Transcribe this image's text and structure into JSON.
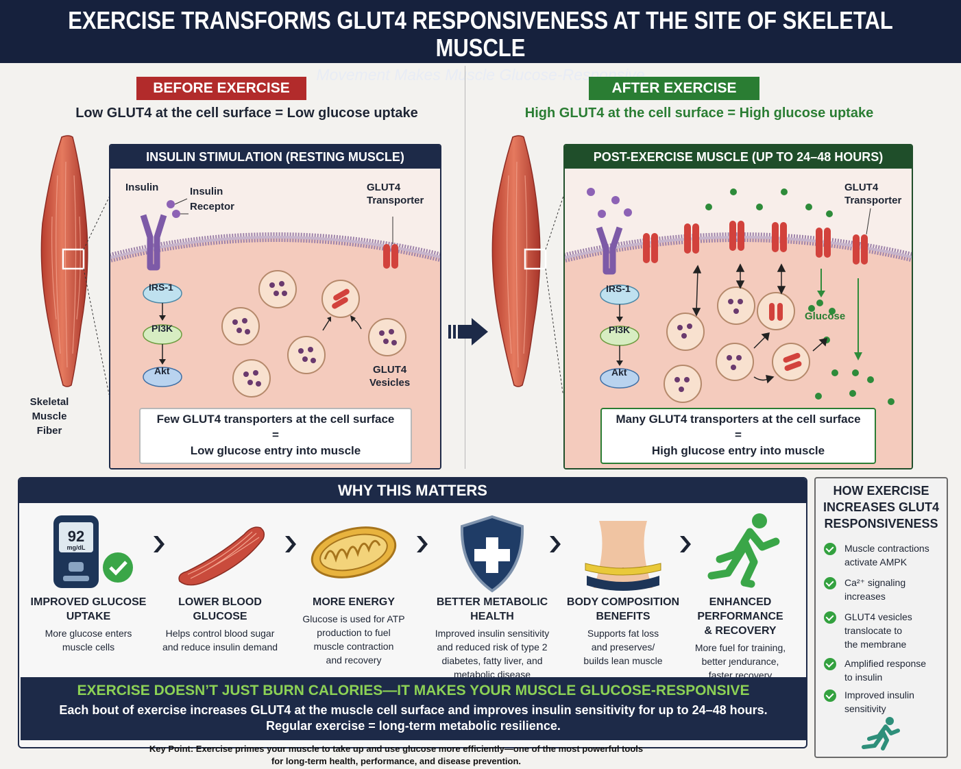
{
  "header": {
    "title": "EXERCISE TRANSFORMS GLUT4 RESPONSIVENESS AT THE SITE OF SKELETAL MUSCLE",
    "subtitle": "Movement Makes Muscle Glucose-Responsive"
  },
  "before": {
    "tag": "BEFORE EXERCISE",
    "subtitle": "Low GLUT4 at the cell surface = Low glucose uptake",
    "panel_title": "INSULIN STIMULATION (RESTING MUSCLE)",
    "labels": {
      "insulin": "Insulin",
      "receptor_1": "Insulin",
      "receptor_2": "Receptor",
      "glut4_1": "GLUT4",
      "glut4_2": "Transporter",
      "irs1": "IRS-1",
      "pi3k": "PI3K",
      "akt": "Akt",
      "vesicles_1": "GLUT4",
      "vesicles_2": "Vesicles"
    },
    "result_line1": "Few GLUT4 transporters at the cell surface",
    "result_eq": "=",
    "result_line2": "Low glucose entry into muscle"
  },
  "after": {
    "tag": "AFTER EXERCISE",
    "subtitle": "High GLUT4 at the cell surface = High glucose uptake",
    "panel_title": "POST-EXERCISE MUSCLE (UP TO 24–48 HOURS)",
    "labels": {
      "glut4_1": "GLUT4",
      "glut4_2": "Transporter",
      "irs1": "IRS-1",
      "pi3k": "PI3K",
      "akt": "Akt",
      "glucose": "Glucose"
    },
    "result_line1": "Many GLUT4 transporters at the cell surface",
    "result_eq": "=",
    "result_line2": "High glucose entry into muscle"
  },
  "muscle_label": {
    "line1": "Skeletal",
    "line2": "Muscle",
    "line3": "Fiber"
  },
  "why": {
    "title": "WHY THIS MATTERS",
    "meter_value": "92",
    "meter_unit": "mg/dL",
    "benefits": [
      {
        "title1": "IMPROVED GLUCOSE",
        "title2": "UPTAKE",
        "desc1": "More glucose enters",
        "desc2": "muscle cells",
        "desc3": "",
        "desc4": ""
      },
      {
        "title1": "LOWER BLOOD GLUCOSE",
        "title2": "",
        "desc1": "Helps control blood sugar",
        "desc2": "and reduce insulin demand",
        "desc3": "",
        "desc4": ""
      },
      {
        "title1": "MORE ENERGY",
        "title2": "",
        "desc1": "Glucose is used for ATP",
        "desc2": "production to fuel",
        "desc3": "muscle contraction",
        "desc4": "and recovery"
      },
      {
        "title1": "BETTER METABOLIC HEALTH",
        "title2": "",
        "desc1": "Improved insulin sensitivity",
        "desc2": "and reduced risk of type 2",
        "desc3": "diabetes, fatty liver, and",
        "desc4": "metabolic disease"
      },
      {
        "title1": "BODY COMPOSITION",
        "title2": "BENEFITS",
        "desc1": "Supports fat loss",
        "desc2": "and preserves/",
        "desc3": "builds lean muscle",
        "desc4": ""
      },
      {
        "title1": "ENHANCED PERFORMANCE",
        "title2": "& RECOVERY",
        "desc1": "More fuel for training,",
        "desc2": "better ȷendurance,",
        "desc3": "faster recovery",
        "desc4": ""
      }
    ],
    "banner_title": "EXERCISE DOESN’T JUST BURN CALORIES—IT MAKES YOUR MUSCLE GLUCOSE-RESPONSIVE",
    "banner_line1": "Each bout of exercise increases GLUT4 at the muscle cell surface and improves insulin sensitivity for up to 24–48 hours.",
    "banner_line2": "Regular exercise = long-term metabolic resilience."
  },
  "keypoint_line1": "Key Point: Exercise primes your muscle to take up and use glucose more efficiently—one of the most powerful tools",
  "keypoint_line2": "for long-term health, performance, and disease prevention.",
  "how": {
    "title1": "HOW EXERCISE",
    "title2": "INCREASES GLUT4",
    "title3": "RESPONSIVENESS",
    "items": [
      {
        "l1": "Muscle contractions",
        "l2": "activate AMPK",
        "l3": ""
      },
      {
        "l1": "Ca²⁺ signaling",
        "l2": "increases",
        "l3": ""
      },
      {
        "l1": "GLUT4 vesicles",
        "l2": "translocate to",
        "l3": "the membrane"
      },
      {
        "l1": "Amplified response",
        "l2": "to insulin",
        "l3": ""
      },
      {
        "l1": "Improved insulin",
        "l2": "sensitivity",
        "l3": ""
      }
    ]
  },
  "colors": {
    "navy": "#1d2a48",
    "red": "#b22b2b",
    "green": "#2a7d33",
    "cell": "#f6d3c6",
    "banner_green": "#8cd155"
  }
}
